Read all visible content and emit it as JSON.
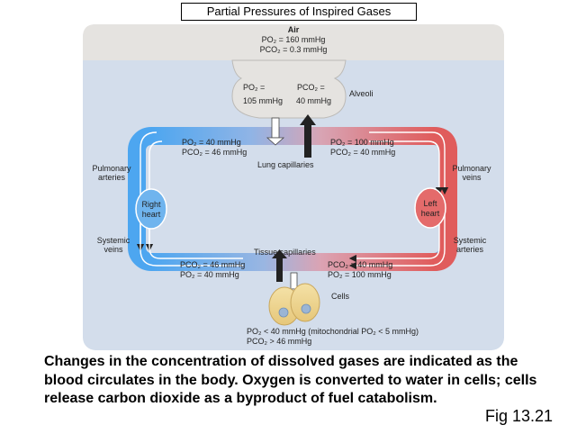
{
  "title": "Partial Pressures of Inspired Gases",
  "air": {
    "label": "Air",
    "po2": "PO₂ = 160 mmHg",
    "pco2": "PCO₂ = 0.3 mmHg"
  },
  "alveoli": {
    "label": "Alveoli",
    "po2_label": "PO₂ =",
    "po2_value": "105 mmHg",
    "pco2_label": "PCO₂ =",
    "pco2_value": "40 mmHg"
  },
  "lung": {
    "label": "Lung capillaries",
    "left_po2": "PO₂ = 40 mmHg",
    "left_pco2": "PCO₂ = 46 mmHg",
    "right_po2": "PO₂ = 100 mmHg",
    "right_pco2": "PCO₂ = 40 mmHg"
  },
  "tissue": {
    "label": "Tissue capillaries",
    "left_pco2": "PCO₂ = 46 mmHg",
    "left_po2": "PO₂ = 40 mmHg",
    "right_pco2": "PCO₂ = 40 mmHg",
    "right_po2": "PO₂ = 100 mmHg"
  },
  "cells": {
    "label": "Cells",
    "po2": "PO₂ < 40 mmHg (mitochondrial PO₂ < 5 mmHg)",
    "pco2": "PCO₂ > 46 mmHg"
  },
  "vessels": {
    "pulmonary_arteries_1": "Pulmonary",
    "pulmonary_arteries_2": "arteries",
    "pulmonary_veins_1": "Pulmonary",
    "pulmonary_veins_2": "veins",
    "systemic_veins_1": "Systemic",
    "systemic_veins_2": "veins",
    "systemic_arteries_1": "Systemic",
    "systemic_arteries_2": "arteries"
  },
  "heart": {
    "right_1": "Right",
    "right_2": "heart",
    "left_1": "Left",
    "left_2": "heart"
  },
  "caption": "Changes in the concentration of dissolved gases are indicated as the blood circulates in the body. Oxygen is converted to water in cells; cells release carbon dioxide as a byproduct of fuel catabolism.",
  "figure_number": "Fig 13.21",
  "colors": {
    "deoxygenated": "#4da6f0",
    "oxygenated": "#e05c5c",
    "panel_bg": "#d3ddeb",
    "air_bg": "#e5e3e0"
  }
}
